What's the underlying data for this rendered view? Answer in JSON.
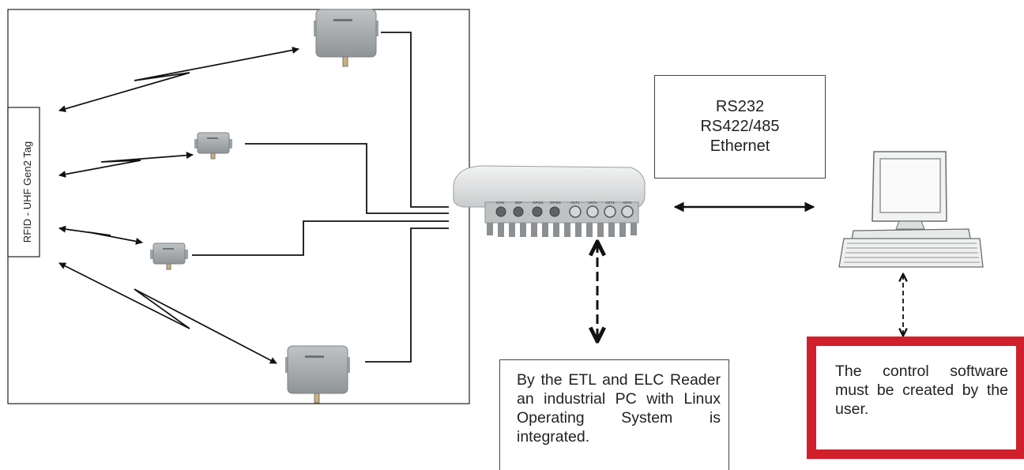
{
  "tag": {
    "label": "RFID - UHF Gen2 Tag"
  },
  "interfaces": {
    "lines": [
      "RS232",
      "RS422/485",
      "Ethernet"
    ]
  },
  "reader_note": {
    "text": "By the ETL and ELC Reader an industrial PC with Linux Operating System is integrated."
  },
  "software_note": {
    "text": "The control software must be created by the user."
  },
  "reader_ports": [
    "CON",
    "DEF",
    "GPIO1",
    "GPIO2",
    "ANT1",
    "ANT2",
    "ANT3",
    "ANT4"
  ],
  "colors": {
    "highlight_border": "#d21f2c",
    "antenna_body": "#a9aeb0",
    "reader_body": "#d8dadb",
    "line": "#111111"
  }
}
